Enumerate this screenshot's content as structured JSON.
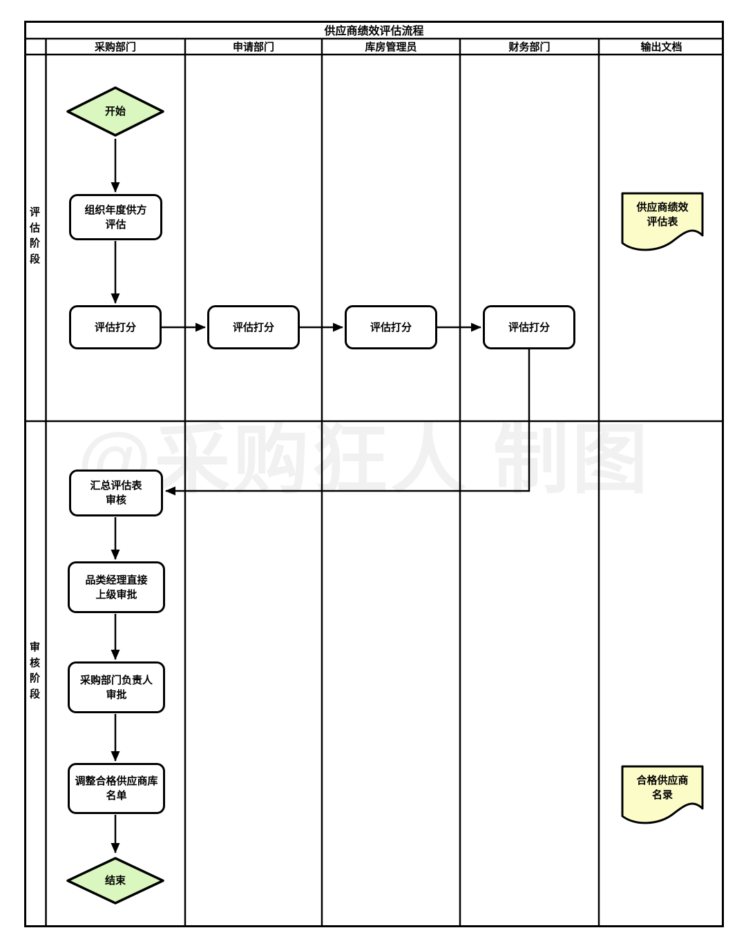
{
  "title": "供应商绩效评估流程",
  "watermark": "@采购狂人 制图",
  "lanes": [
    {
      "label": "采购部门"
    },
    {
      "label": "申请部门"
    },
    {
      "label": "库房管理员"
    },
    {
      "label": "财务部门"
    },
    {
      "label": "输出文档"
    }
  ],
  "phases": [
    {
      "label": "评估阶段"
    },
    {
      "label": "审核阶段"
    }
  ],
  "nodes": {
    "start": {
      "label": "开始",
      "type": "terminator"
    },
    "organize": {
      "label": "组织年度供方\n评估",
      "type": "process"
    },
    "score_purchasing": {
      "label": "评估打分",
      "type": "process"
    },
    "score_requesting": {
      "label": "评估打分",
      "type": "process"
    },
    "score_warehouse": {
      "label": "评估打分",
      "type": "process"
    },
    "score_finance": {
      "label": "评估打分",
      "type": "process"
    },
    "summarize_review": {
      "label": "汇总评估表\n审核",
      "type": "process"
    },
    "category_manager_approval": {
      "label": "品类经理直接\n上级审批",
      "type": "process"
    },
    "purchasing_head_approval": {
      "label": "采购部门负责人\n审批",
      "type": "process"
    },
    "adjust_supplier_list": {
      "label": "调整合格供应商库\n名单",
      "type": "process"
    },
    "end": {
      "label": "结束",
      "type": "terminator"
    },
    "doc_performance_form": {
      "label": "供应商绩效\n评估表",
      "type": "document"
    },
    "doc_qualified_list": {
      "label": "合格供应商\n名录",
      "type": "document"
    }
  },
  "colors": {
    "terminator_fill": "#d9f7be",
    "document_fill": "#fcfcc8",
    "process_fill": "#ffffff",
    "line": "#000000",
    "watermark": "rgba(0,0,0,0.05)"
  }
}
